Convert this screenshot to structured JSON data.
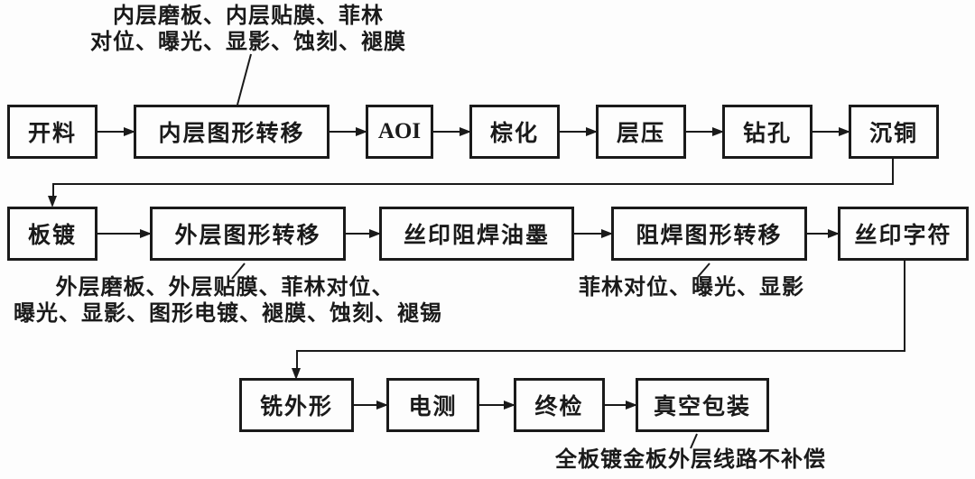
{
  "flow": {
    "row1": [
      "开料",
      "内层图形转移",
      "AOI",
      "棕化",
      "层压",
      "钻孔",
      "沉铜"
    ],
    "row2": [
      "板镀",
      "外层图形转移",
      "丝印阻焊油墨",
      "阻焊图形转移",
      "丝印字符"
    ],
    "row3": [
      "铣外形",
      "电测",
      "终检",
      "真空包装"
    ]
  },
  "annotations": {
    "inner_process": [
      "内层磨板、内层贴膜、菲林",
      "对位、曝光、显影、蚀刻、褪膜"
    ],
    "outer_process": [
      "外层磨板、外层贴膜、菲林对位、",
      "曝光、显影、图形电镀、褪膜、蚀刻、褪锡"
    ],
    "soldermask_process": [
      "菲林对位、曝光、显影"
    ],
    "bottom_note": [
      "全板镀金板外层线路不补偿"
    ]
  },
  "colors": {
    "line": "#1a1a1a",
    "text": "#1a1a1a",
    "background": "#fdfdfd"
  }
}
